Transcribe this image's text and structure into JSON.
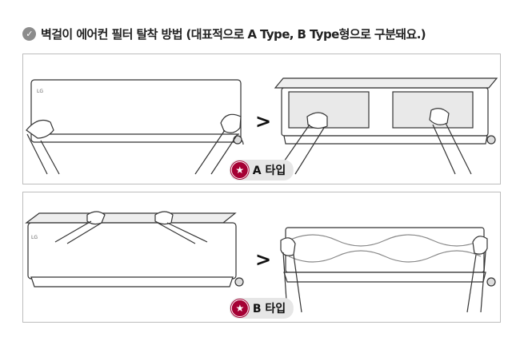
{
  "header": {
    "title": "벽걸이 에어컨 필터 탈착 방법 (대표적으로 A Type, B Type형으로 구분돼요.)",
    "icon": "check-circle-icon"
  },
  "panels": [
    {
      "badge": "A 타입",
      "logo": "LG",
      "arrow": ">"
    },
    {
      "badge": "B 타입",
      "logo": "LG",
      "arrow": ">"
    }
  ],
  "colors": {
    "badge": "#a50034",
    "border": "#bdbdbd"
  }
}
